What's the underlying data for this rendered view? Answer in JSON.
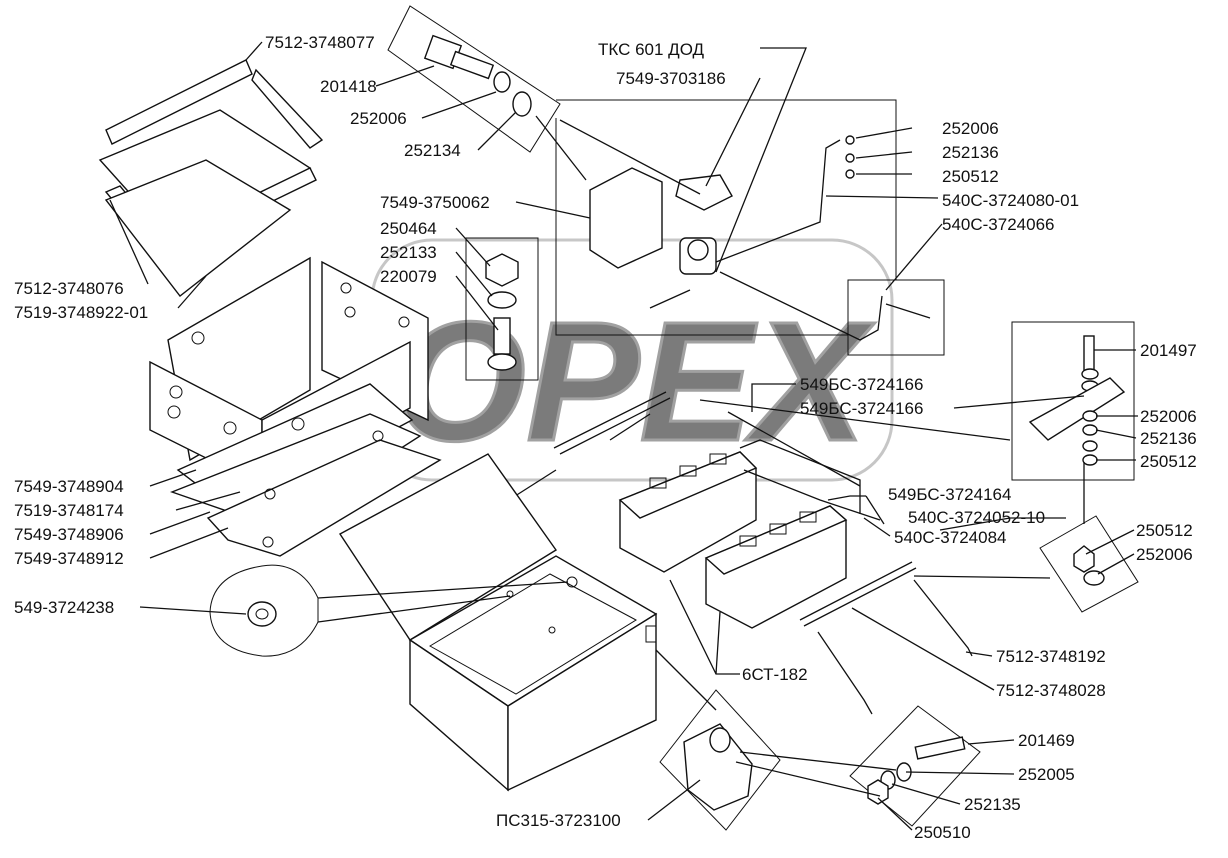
{
  "watermark": "OPEX",
  "labels": {
    "l_7512_3748077": "7512-3748077",
    "l_201418": "201418",
    "l_252006_top": "252006",
    "l_252134": "252134",
    "l_tks": "ТКС 601 ДОД",
    "l_7549_3703186": "7549-3703186",
    "l_252006_r1": "252006",
    "l_252136_r1": "252136",
    "l_250512_r1": "250512",
    "l_540c_3724080_01": "540С-3724080-01",
    "l_540c_3724066": "540С-3724066",
    "l_7549_3750062": "7549-3750062",
    "l_250464": "250464",
    "l_252133": "252133",
    "l_220079": "220079",
    "l_7512_3748076": "7512-3748076",
    "l_7519_3748922_01": "7519-3748922-01",
    "l_201497": "201497",
    "l_549bc_3724166_a": "549БС-3724166",
    "l_549bc_3724166_b": "549БС-3724166",
    "l_252006_r2": "252006",
    "l_252136_r2": "252136",
    "l_250512_r2": "250512",
    "l_7549_3748904": "7549-3748904",
    "l_7519_3748174": "7519-3748174",
    "l_7549_3748906": "7549-3748906",
    "l_7549_3748912": "7549-3748912",
    "l_549bc_3724164": "549БС-3724164",
    "l_540c_3724052_10": "540С-3724052-10",
    "l_540c_3724084": "540С-3724084",
    "l_250512_r3": "250512",
    "l_252006_r3": "252006",
    "l_549_3724238": "549-3724238",
    "l_6ct_182": "6СТ-182",
    "l_7512_3748192": "7512-3748192",
    "l_7512_3748028": "7512-3748028",
    "l_201469": "201469",
    "l_252005": "252005",
    "l_252135": "252135",
    "l_250510": "250510",
    "l_pc315": "ПС315-3723100"
  }
}
